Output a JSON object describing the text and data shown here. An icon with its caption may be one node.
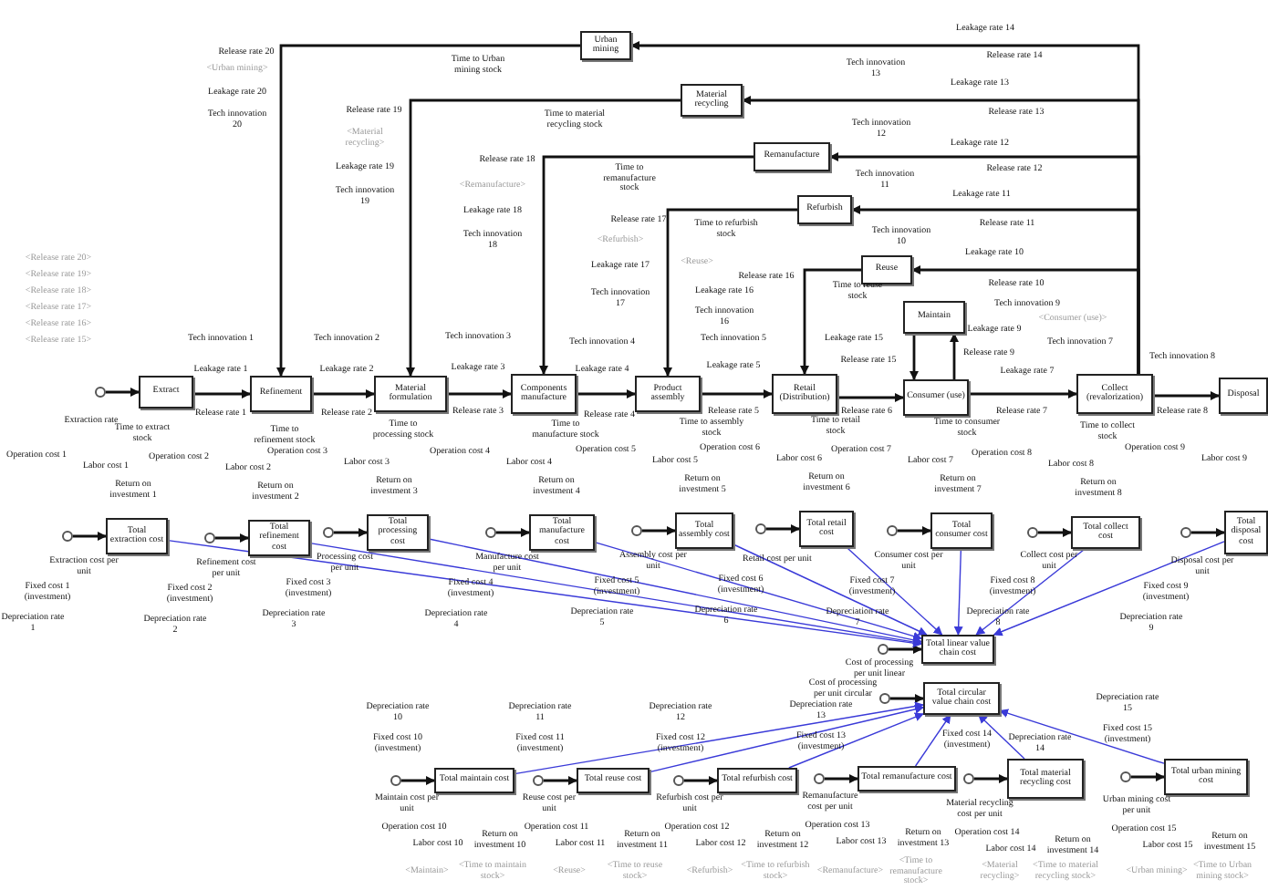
{
  "diagram": {
    "nodes": [
      {
        "text": [
          "Extract"
        ]
      },
      {
        "text": [
          "Refinement"
        ]
      },
      {
        "text": [
          "Material formulation"
        ]
      },
      {
        "text": [
          "Components manufacture"
        ]
      },
      {
        "text": [
          "Product assembly"
        ]
      },
      {
        "text": [
          "Retail (Distribution)"
        ]
      },
      {
        "text": [
          "Consumer (use)"
        ]
      },
      {
        "text": [
          "Collect (revalorization)"
        ]
      },
      {
        "text": [
          "Disposal"
        ]
      },
      {
        "text": [
          "Urban mining"
        ]
      },
      {
        "text": [
          "Material recycling"
        ]
      },
      {
        "text": [
          "Remanufacture"
        ]
      },
      {
        "text": [
          "Refurbish"
        ]
      },
      {
        "text": [
          "Reuse"
        ]
      },
      {
        "text": [
          "Maintain"
        ]
      },
      {
        "text": [
          "Total extraction cost"
        ]
      },
      {
        "text": [
          "Total refinement cost"
        ]
      },
      {
        "text": [
          "Total processing cost"
        ]
      },
      {
        "text": [
          "Total manufacture cost"
        ]
      },
      {
        "text": [
          "Total assembly cost"
        ]
      },
      {
        "text": [
          "Total retail cost"
        ]
      },
      {
        "text": [
          "Total consumer cost"
        ]
      },
      {
        "text": [
          "Total collect cost"
        ]
      },
      {
        "text": [
          "Total disposal cost"
        ]
      },
      {
        "text": [
          "Total linear value chain cost"
        ]
      },
      {
        "text": [
          "Total circular value chain cost"
        ]
      },
      {
        "text": [
          "Total maintain cost"
        ]
      },
      {
        "text": [
          "Total reuse cost"
        ]
      },
      {
        "text": [
          "Total refurbish cost"
        ]
      },
      {
        "text": [
          "Total remanufacture cost"
        ]
      },
      {
        "text": [
          "Total material recycling cost"
        ]
      },
      {
        "text": [
          "Total urban mining cost"
        ]
      },
      {
        "text": [],
        "shape": "circle"
      },
      {
        "text": [],
        "shape": "circle"
      },
      {
        "text": [],
        "shape": "circle"
      },
      {
        "text": [],
        "shape": "circle"
      },
      {
        "text": [],
        "shape": "circle"
      },
      {
        "text": [],
        "shape": "circle"
      },
      {
        "text": [],
        "shape": "circle"
      },
      {
        "text": [],
        "shape": "circle"
      },
      {
        "text": [],
        "shape": "circle"
      },
      {
        "text": [],
        "shape": "circle"
      },
      {
        "text": [],
        "shape": "circle"
      },
      {
        "text": [],
        "shape": "circle"
      },
      {
        "text": [],
        "shape": "circle"
      },
      {
        "text": [],
        "shape": "circle"
      },
      {
        "text": [],
        "shape": "circle"
      },
      {
        "text": [],
        "shape": "circle"
      },
      {
        "text": [],
        "shape": "circle"
      },
      {
        "text": [],
        "shape": "circle"
      }
    ],
    "edges": [
      {
        "from": 32,
        "to": 0,
        "arrow": "to"
      },
      {
        "from": 0,
        "to": 1,
        "arrow": "to"
      },
      {
        "from": 1,
        "to": 2,
        "arrow": "to"
      },
      {
        "from": 2,
        "to": 3,
        "arrow": "to"
      },
      {
        "from": 3,
        "to": 4,
        "arrow": "to"
      },
      {
        "from": 4,
        "to": 5,
        "arrow": "to"
      },
      {
        "from": 5,
        "to": 6,
        "arrow": "to"
      },
      {
        "from": 6,
        "to": 7,
        "arrow": "to"
      },
      {
        "from": 7,
        "to": 8,
        "arrow": "to"
      },
      {
        "from": 7,
        "to": 9,
        "arrow": "to"
      },
      {
        "from": 7,
        "to": 10,
        "arrow": "to"
      },
      {
        "from": 7,
        "to": 11,
        "arrow": "to"
      },
      {
        "from": 7,
        "to": 12,
        "arrow": "to"
      },
      {
        "from": 7,
        "to": 13,
        "arrow": "to"
      },
      {
        "from": 9,
        "to": 1,
        "arrow": "to"
      },
      {
        "from": 10,
        "to": 2,
        "arrow": "to"
      },
      {
        "from": 11,
        "to": 3,
        "arrow": "to"
      },
      {
        "from": 12,
        "to": 4,
        "arrow": "to"
      },
      {
        "from": 13,
        "to": 5,
        "arrow": "to"
      },
      {
        "from": 6,
        "to": 14,
        "arrow": "to"
      },
      {
        "from": 14,
        "to": 6,
        "arrow": "to"
      },
      {
        "from": 33,
        "to": 15,
        "arrow": "to"
      },
      {
        "from": 34,
        "to": 16,
        "arrow": "to"
      },
      {
        "from": 35,
        "to": 17,
        "arrow": "to"
      },
      {
        "from": 36,
        "to": 18,
        "arrow": "to"
      },
      {
        "from": 37,
        "to": 19,
        "arrow": "to"
      },
      {
        "from": 38,
        "to": 20,
        "arrow": "to"
      },
      {
        "from": 39,
        "to": 21,
        "arrow": "to"
      },
      {
        "from": 40,
        "to": 22,
        "arrow": "to"
      },
      {
        "from": 41,
        "to": 23,
        "arrow": "to"
      },
      {
        "from": 42,
        "to": 26,
        "arrow": "to"
      },
      {
        "from": 43,
        "to": 27,
        "arrow": "to"
      },
      {
        "from": 44,
        "to": 28,
        "arrow": "to"
      },
      {
        "from": 45,
        "to": 29,
        "arrow": "to"
      },
      {
        "from": 46,
        "to": 30,
        "arrow": "to"
      },
      {
        "from": 47,
        "to": 31,
        "arrow": "to"
      },
      {
        "from": 48,
        "to": 24,
        "arrow": "to"
      },
      {
        "from": 49,
        "to": 25,
        "arrow": "to"
      },
      {
        "from": 15,
        "to": 24,
        "arrow": "to",
        "color": "#3a3ad8"
      },
      {
        "from": 16,
        "to": 24,
        "arrow": "to",
        "color": "#3a3ad8"
      },
      {
        "from": 17,
        "to": 24,
        "arrow": "to",
        "color": "#3a3ad8"
      },
      {
        "from": 18,
        "to": 24,
        "arrow": "to",
        "color": "#3a3ad8"
      },
      {
        "from": 19,
        "to": 24,
        "arrow": "to",
        "color": "#3a3ad8"
      },
      {
        "from": 20,
        "to": 24,
        "arrow": "to",
        "color": "#3a3ad8"
      },
      {
        "from": 21,
        "to": 24,
        "arrow": "to",
        "color": "#3a3ad8"
      },
      {
        "from": 22,
        "to": 24,
        "arrow": "to",
        "color": "#3a3ad8"
      },
      {
        "from": 23,
        "to": 24,
        "arrow": "to",
        "color": "#3a3ad8"
      },
      {
        "from": 26,
        "to": 25,
        "arrow": "to",
        "color": "#3a3ad8"
      },
      {
        "from": 27,
        "to": 25,
        "arrow": "to",
        "color": "#3a3ad8"
      },
      {
        "from": 28,
        "to": 25,
        "arrow": "to",
        "color": "#3a3ad8"
      },
      {
        "from": 29,
        "to": 25,
        "arrow": "to",
        "color": "#3a3ad8"
      },
      {
        "from": 30,
        "to": 25,
        "arrow": "to",
        "color": "#3a3ad8"
      },
      {
        "from": 31,
        "to": 25,
        "arrow": "to",
        "color": "#3a3ad8"
      }
    ],
    "labels": [
      "Release rate 20",
      "<Urban mining>",
      "Leakage rate 20",
      "Tech innovation 20",
      "Time to Urban mining stock",
      "Release rate 19",
      "<Material recycling>",
      "Leakage rate 19",
      "Tech innovation 19",
      "Time to material recycling stock",
      "Release rate 18",
      "<Remanufacture>",
      "Leakage rate 18",
      "Tech innovation 18",
      "Time to remanufacture stock",
      "Release rate 17",
      "<Refurbish>",
      "Leakage rate 17",
      "Tech innovation 17",
      "Time to refurbish stock",
      "Release rate 16",
      "<Reuse>",
      "Leakage rate 16",
      "Tech innovation 16",
      "Time to reuse stock",
      "Leakage rate 14",
      "Release rate 14",
      "Tech innovation 13",
      "Leakage rate 13",
      "Release rate 13",
      "Tech innovation 12",
      "Leakage rate 12",
      "Release rate 12",
      "Tech innovation 11",
      "Leakage rate 11",
      "Release rate 11",
      "Tech innovation 10",
      "Leakage rate 10",
      "Release rate 10",
      "Leakage rate 15",
      "Release rate 15",
      "Tech innovation 9",
      "<Consumer (use)>",
      "Leakage rate 9",
      "Release rate 9",
      "<Release rate 20>",
      "<Release rate 19>",
      "<Release rate 18>",
      "<Release rate 17>",
      "<Release rate 16>",
      "<Release rate 15>",
      "Extraction rate",
      "Tech innovation 1",
      "Leakage rate 1",
      "Release rate 1",
      "Tech innovation 2",
      "Leakage rate 2",
      "Release rate 2",
      "Tech innovation 3",
      "Leakage rate 3",
      "Release rate 3",
      "Tech innovation 4",
      "Leakage rate 4",
      "Release rate 4",
      "Tech innovation 5",
      "Leakage rate 5",
      "Release rate 5",
      "Release rate 6",
      "Tech innovation 7",
      "Leakage rate 7",
      "Release rate 7",
      "Tech innovation 8",
      "Release rate 8",
      "Operation cost 1",
      "Labor cost 1",
      "Time to extract stock",
      "Return on investment 1",
      "Extraction cost per unit",
      "Fixed cost 1 (investment)",
      "Depreciation rate 1",
      "Operation cost 2",
      "Labor cost 2",
      "Time to refinement stock",
      "Return on investment 2",
      "Refinement cost per unit",
      "Fixed cost 2 (investment)",
      "Depreciation rate 2",
      "Operation cost 3",
      "Labor cost 3",
      "Time to processing stock",
      "Return on investment 3",
      "Processing cost per unit",
      "Fixed cost 3 (investment)",
      "Depreciation rate 3",
      "Operation cost 4",
      "Labor cost 4",
      "Time to manufacture stock",
      "Return on investment 4",
      "Manufacture cost per unit",
      "Fixed cost 4 (investment)",
      "Depreciation rate 4",
      "Operation cost 5",
      "Labor cost 5",
      "Time to assembly stock",
      "Return on investment 5",
      "Assembly cost per unit",
      "Fixed cost 5 (investment)",
      "Depreciation rate 5",
      "Operation cost 6",
      "Labor cost 6",
      "Time to retail stock",
      "Return on investment 6",
      "Retail cost per unit",
      "Fixed cost 6 (investment)",
      "Depreciation rate 6",
      "Operation cost 7",
      "Labor cost 7",
      "Time to consumer stock",
      "Return on investment 7",
      "Consumer cost per unit",
      "Fixed cost 7 (investment)",
      "Depreciation rate 7",
      "Operation cost 8",
      "Labor cost 8",
      "Time to collect stock",
      "Return on investment 8",
      "Collect cost per unit",
      "Fixed cost 8 (investment)",
      "Depreciation rate 8",
      "Operation cost 9",
      "Labor cost 9",
      "Disposal cost per unit",
      "Fixed cost 9 (investment)",
      "Depreciation rate 9",
      "Depreciation rate 10",
      "Fixed cost 10 (investment)",
      "Maintain cost per unit",
      "Operation cost 10",
      "Labor cost 10",
      "<Maintain>",
      "Return on investment 10",
      "<Time to maintain stock>",
      "Depreciation rate 11",
      "Fixed cost 11 (investment)",
      "Reuse cost per unit",
      "Operation cost 11",
      "Labor cost 11",
      "<Reuse>",
      "Return on investment 11",
      "<Time to reuse stock>",
      "Depreciation rate 12",
      "Fixed cost 12 (investment)",
      "Refurbish cost per unit",
      "Operation cost 12",
      "Labor cost 12",
      "<Refurbish>",
      "Return on investment 12",
      "<Time to refurbish stock>",
      "Depreciation rate 13",
      "Fixed cost 13 (investment)",
      "Remanufacture cost per unit",
      "Operation cost 13",
      "Labor cost 13",
      "<Remanufacture>",
      "Return on investment 13",
      "<Time to remanufacture stock>",
      "Depreciation rate 14",
      "Fixed cost 14 (investment)",
      "Material recycling cost per unit",
      "Operation cost 14",
      "Labor cost 14",
      "<Material recycling>",
      "Return on investment 14",
      "<Time to material recycling stock>",
      "Depreciation rate 15",
      "Fixed cost 15 (investment)",
      "Urban mining cost per unit",
      "Operation cost 15",
      "Labor cost 15",
      "<Urban mining>",
      "Return on investment 15",
      "<Time to Urban mining stock>",
      "Cost of processing per unit linear",
      "Cost of processing per unit circular"
    ]
  }
}
